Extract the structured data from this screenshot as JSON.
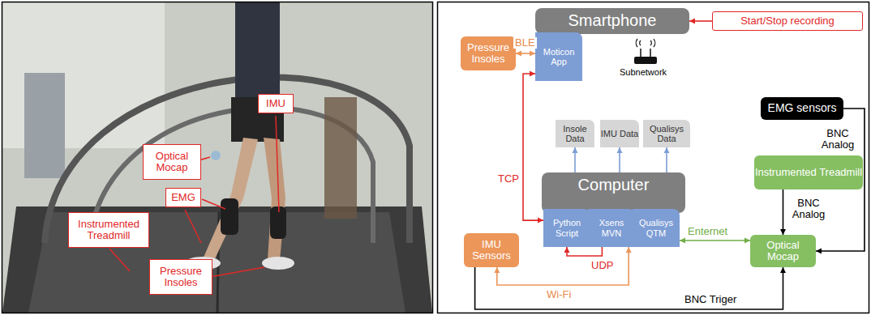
{
  "diagram": {
    "nodes": [
      {
        "text": [
          "Optical Mocap"
        ]
      },
      {
        "text": [
          "IMU"
        ]
      },
      {
        "text": [
          "EMG"
        ]
      },
      {
        "text": [
          "Instrumented Treadmill"
        ]
      },
      {
        "text": [
          "Pressure Insoles"
        ]
      },
      {
        "text": [
          "Smartphone"
        ]
      },
      {
        "text": [
          "Moticon App"
        ],
        "in": 5
      },
      {
        "text": [
          "Start/Stop recording"
        ]
      },
      {
        "text": [
          "Pressure Insoles"
        ]
      },
      {
        "text": [
          "EMG sensors"
        ]
      },
      {
        "text": [
          "Insole Data"
        ]
      },
      {
        "text": [
          "IMU Data"
        ]
      },
      {
        "text": [
          "Qualisys Data"
        ]
      },
      {
        "text": [
          "Instrumented Treadmill"
        ]
      },
      {
        "text": [
          "Computer"
        ]
      },
      {
        "text": [
          "Python Script"
        ],
        "in": 14
      },
      {
        "text": [
          "Xsens MVN"
        ],
        "in": 14
      },
      {
        "text": [
          "Qualisys QTM"
        ],
        "in": 14
      },
      {
        "text": [
          "IMU Sensors"
        ]
      },
      {
        "text": [
          "Optical Mocap"
        ]
      }
    ],
    "edges": [
      {
        "from": 7,
        "to": 5,
        "arrow": "to"
      },
      {
        "from": 8,
        "to": 6,
        "label": "BLE",
        "arrow": "both"
      },
      {
        "from": 6,
        "to": 15,
        "label": "TCP",
        "arrow": "both"
      },
      {
        "from": 14,
        "to": 10,
        "arrow": "to"
      },
      {
        "from": 14,
        "to": 11,
        "arrow": "to"
      },
      {
        "from": 14,
        "to": 12,
        "arrow": "to"
      },
      {
        "from": 16,
        "to": 15,
        "label": "UDP",
        "arrow": "to"
      },
      {
        "from": 18,
        "to": 16,
        "label": "Wi-Fi",
        "arrow": "both"
      },
      {
        "from": 17,
        "to": 19,
        "label": "Enternet",
        "arrow": "both"
      },
      {
        "from": 9,
        "to": 19,
        "label": "BNC Analog",
        "arrow": "to"
      },
      {
        "from": 18,
        "to": 19,
        "label": "BNC Triger",
        "arrow": "to"
      },
      {
        "from": 13,
        "to": 19,
        "label": "BNC Analog",
        "arrow": "to"
      }
    ],
    "labels": [
      "Subnetwork"
    ]
  }
}
